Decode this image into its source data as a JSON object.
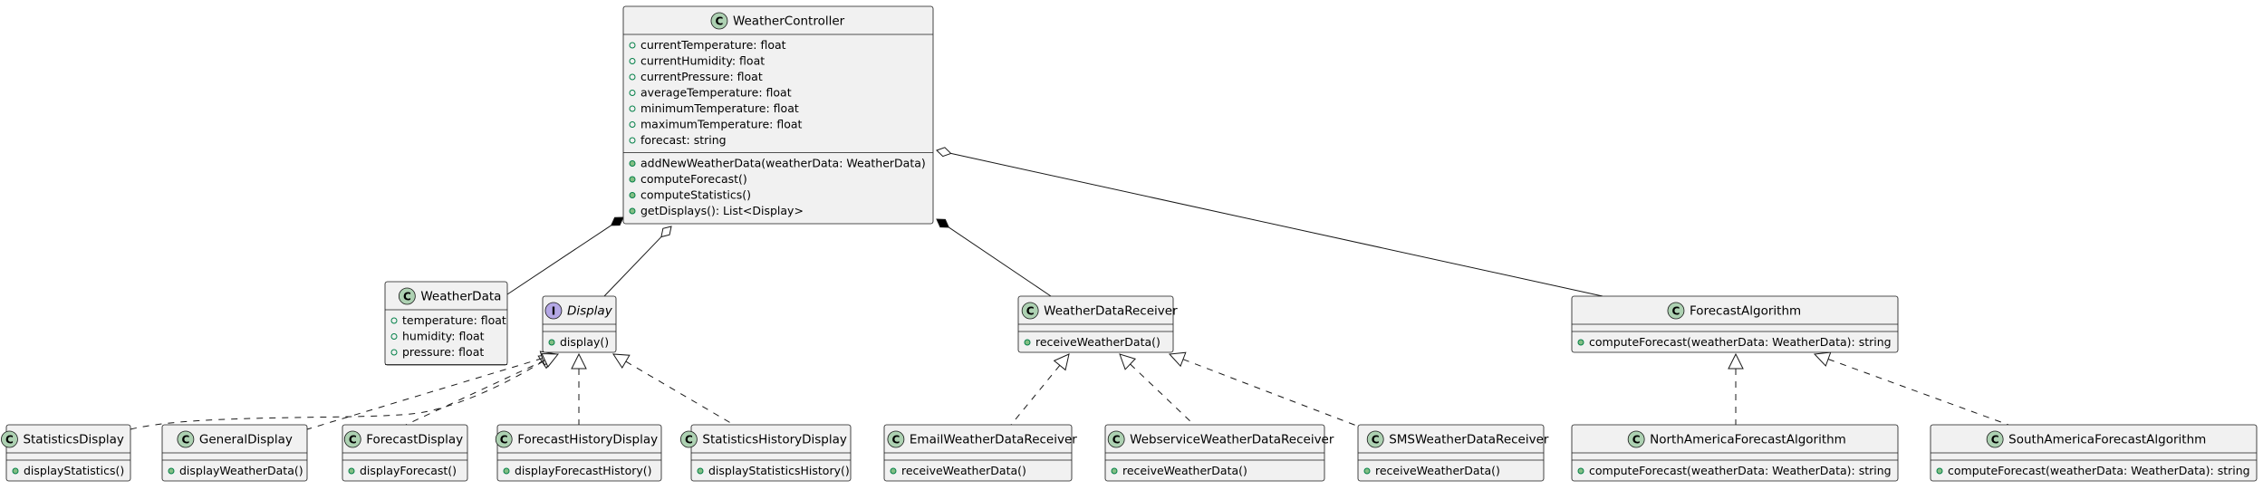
{
  "diagram": {
    "classes": [
      {
        "id": "WeatherController",
        "kind": "class",
        "name": "WeatherController",
        "attributes": [
          "currentTemperature: float",
          "currentHumidity: float",
          "currentPressure: float",
          "averageTemperature: float",
          "minimumTemperature: float",
          "maximumTemperature: float",
          "forecast: string"
        ],
        "methods": [
          "addNewWeatherData(weatherData: WeatherData)",
          "computeForecast()",
          "computeStatistics()",
          "getDisplays(): List<Display>"
        ]
      },
      {
        "id": "WeatherData",
        "kind": "class",
        "name": "WeatherData",
        "attributes": [
          "temperature: float",
          "humidity: float",
          "pressure: float"
        ],
        "methods": []
      },
      {
        "id": "Display",
        "kind": "interface",
        "name": "Display",
        "attributes": [],
        "methods": [
          "display()"
        ]
      },
      {
        "id": "WeatherDataReceiver",
        "kind": "class",
        "name": "WeatherDataReceiver",
        "attributes": [],
        "methods": [
          "receiveWeatherData()"
        ]
      },
      {
        "id": "ForecastAlgorithm",
        "kind": "class",
        "name": "ForecastAlgorithm",
        "attributes": [],
        "methods": [
          "computeForecast(weatherData: WeatherData): string"
        ]
      },
      {
        "id": "StatisticsDisplay",
        "kind": "class",
        "name": "StatisticsDisplay",
        "attributes": [],
        "methods": [
          "displayStatistics()"
        ]
      },
      {
        "id": "GeneralDisplay",
        "kind": "class",
        "name": "GeneralDisplay",
        "attributes": [],
        "methods": [
          "displayWeatherData()"
        ]
      },
      {
        "id": "ForecastDisplay",
        "kind": "class",
        "name": "ForecastDisplay",
        "attributes": [],
        "methods": [
          "displayForecast()"
        ]
      },
      {
        "id": "ForecastHistoryDisplay",
        "kind": "class",
        "name": "ForecastHistoryDisplay",
        "attributes": [],
        "methods": [
          "displayForecastHistory()"
        ]
      },
      {
        "id": "StatisticsHistoryDisplay",
        "kind": "class",
        "name": "StatisticsHistoryDisplay",
        "attributes": [],
        "methods": [
          "displayStatisticsHistory()"
        ]
      },
      {
        "id": "EmailWeatherDataReceiver",
        "kind": "class",
        "name": "EmailWeatherDataReceiver",
        "attributes": [],
        "methods": [
          "receiveWeatherData()"
        ]
      },
      {
        "id": "WebserviceWeatherDataReceiver",
        "kind": "class",
        "name": "WebserviceWeatherDataReceiver",
        "attributes": [],
        "methods": [
          "receiveWeatherData()"
        ]
      },
      {
        "id": "SMSWeatherDataReceiver",
        "kind": "class",
        "name": "SMSWeatherDataReceiver",
        "attributes": [],
        "methods": [
          "receiveWeatherData()"
        ]
      },
      {
        "id": "NorthAmericaForecastAlgorithm",
        "kind": "class",
        "name": "NorthAmericaForecastAlgorithm",
        "attributes": [],
        "methods": [
          "computeForecast(weatherData: WeatherData): string"
        ]
      },
      {
        "id": "SouthAmericaForecastAlgorithm",
        "kind": "class",
        "name": "SouthAmericaForecastAlgorithm",
        "attributes": [],
        "methods": [
          "computeForecast(weatherData: WeatherData): string"
        ]
      }
    ],
    "relations": [
      {
        "from": "WeatherController",
        "to": "WeatherData",
        "type": "composition"
      },
      {
        "from": "WeatherController",
        "to": "Display",
        "type": "aggregation"
      },
      {
        "from": "WeatherController",
        "to": "WeatherDataReceiver",
        "type": "composition"
      },
      {
        "from": "WeatherController",
        "to": "ForecastAlgorithm",
        "type": "aggregation"
      },
      {
        "from": "StatisticsDisplay",
        "to": "Display",
        "type": "realization"
      },
      {
        "from": "GeneralDisplay",
        "to": "Display",
        "type": "realization"
      },
      {
        "from": "ForecastDisplay",
        "to": "Display",
        "type": "realization"
      },
      {
        "from": "ForecastHistoryDisplay",
        "to": "Display",
        "type": "realization"
      },
      {
        "from": "StatisticsHistoryDisplay",
        "to": "Display",
        "type": "realization"
      },
      {
        "from": "EmailWeatherDataReceiver",
        "to": "WeatherDataReceiver",
        "type": "realization"
      },
      {
        "from": "WebserviceWeatherDataReceiver",
        "to": "WeatherDataReceiver",
        "type": "realization"
      },
      {
        "from": "SMSWeatherDataReceiver",
        "to": "WeatherDataReceiver",
        "type": "realization"
      },
      {
        "from": "NorthAmericaForecastAlgorithm",
        "to": "ForecastAlgorithm",
        "type": "realization"
      },
      {
        "from": "SouthAmericaForecastAlgorithm",
        "to": "ForecastAlgorithm",
        "type": "realization"
      }
    ],
    "colors": {
      "box_fill": "#f1f1f1",
      "border": "#181818",
      "class_badge": "#add1b2",
      "interface_badge": "#b4a7e5",
      "visibility_marker": "#038048"
    }
  }
}
